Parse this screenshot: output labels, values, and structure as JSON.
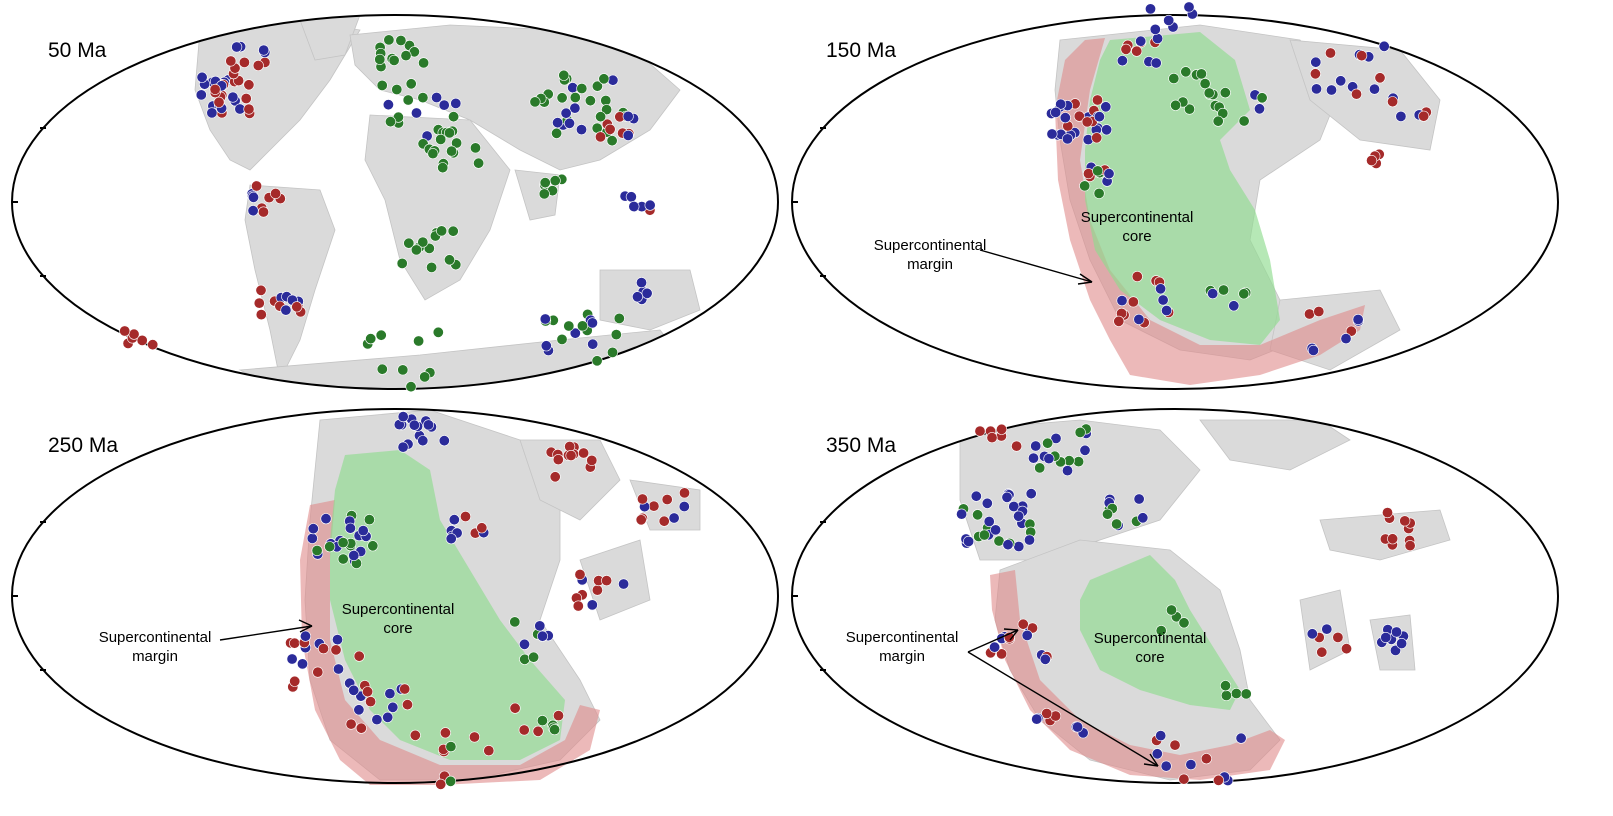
{
  "figure": {
    "panels": [
      {
        "id": "p50",
        "label": "50 Ma",
        "has_core": false,
        "has_margin": false
      },
      {
        "id": "p150",
        "label": "150 Ma",
        "has_core": true,
        "has_margin": true,
        "core_label_line1": "Supercontinental",
        "core_label_line2": "core",
        "margin_label_line1": "Supercontinental",
        "margin_label_line2": "margin"
      },
      {
        "id": "p250",
        "label": "250 Ma",
        "has_core": true,
        "has_margin": true,
        "core_label_line1": "Supercontinental",
        "core_label_line2": "core",
        "margin_label_line1": "Supercontinental",
        "margin_label_line2": "margin"
      },
      {
        "id": "p350",
        "label": "350 Ma",
        "has_core": true,
        "has_margin": true,
        "core_label_line1": "Supercontinental",
        "core_label_line2": "core",
        "margin_label_line1": "Supercontinental",
        "margin_label_line2": "margin"
      }
    ],
    "colors": {
      "land": "#dadada",
      "core_fill": "#8fdc8f",
      "margin_fill": "#e08a8a",
      "dot_red": "#a52a2a",
      "dot_blue": "#2b2b9a",
      "dot_green": "#2a7a2a"
    },
    "legend_semantics": {
      "red_dot": "red-dot",
      "blue_dot": "blue-dot",
      "green_dot": "green-dot"
    }
  }
}
